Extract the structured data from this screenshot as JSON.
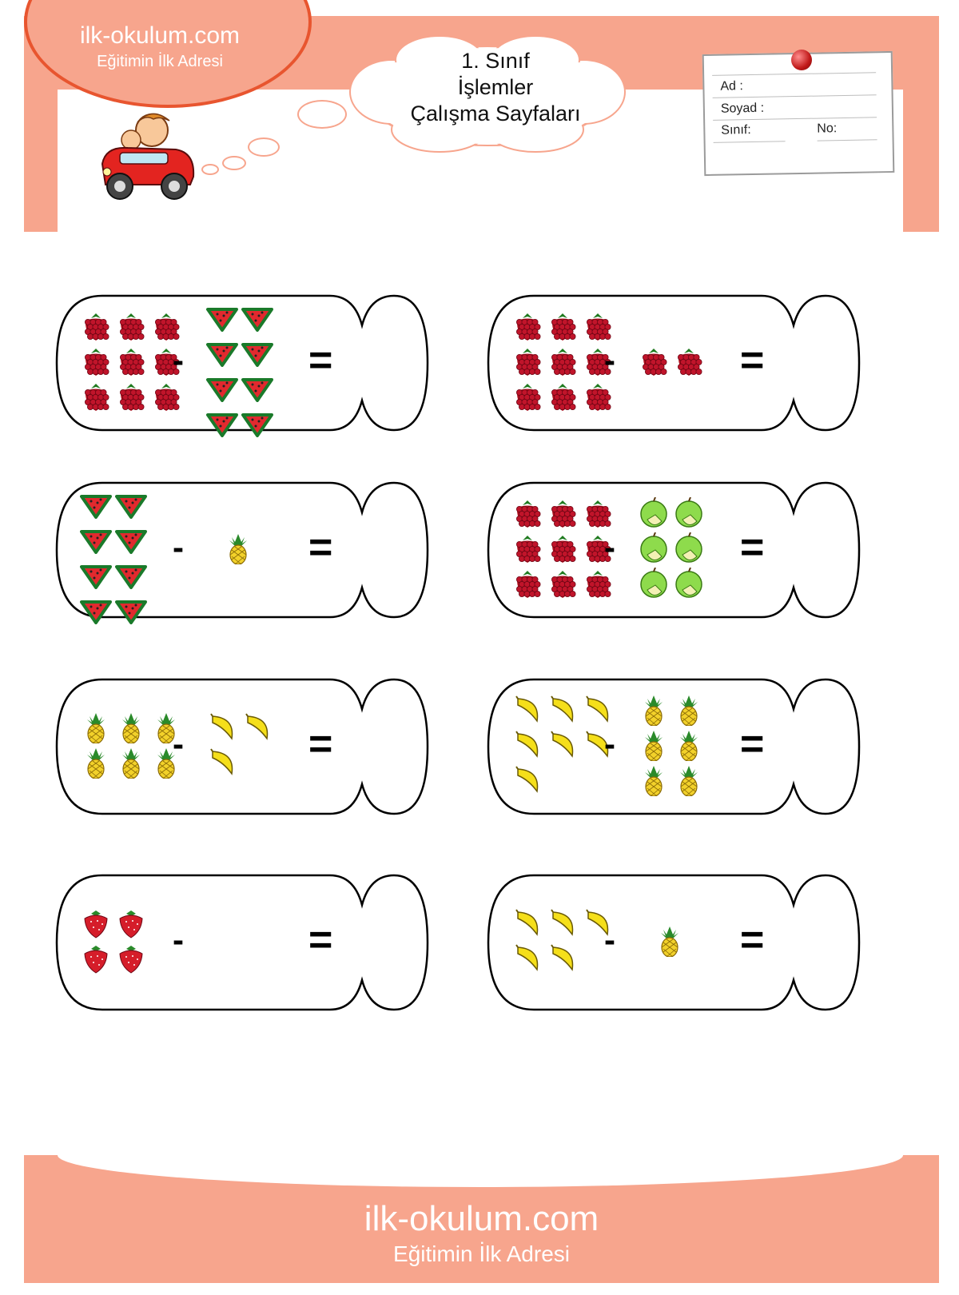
{
  "header": {
    "site_name": "ilk-okulum.com",
    "site_tagline": "Eğitimin İlk Adresi",
    "title_lines": [
      "1. Sınıf",
      "İşlemler",
      "Çalışma Sayfaları"
    ],
    "name_label": "Ad :",
    "surname_label": "Soyad :",
    "class_label": "Sınıf:",
    "number_label": "No:"
  },
  "problems": [
    {
      "left": {
        "fruit": "raspberry",
        "count": 9
      },
      "operator": "-",
      "right": {
        "fruit": "watermelon",
        "count": 8
      },
      "equals": "="
    },
    {
      "left": {
        "fruit": "raspberry",
        "count": 9
      },
      "operator": "-",
      "right": {
        "fruit": "raspberry",
        "count": 2
      },
      "equals": "="
    },
    {
      "left": {
        "fruit": "watermelon",
        "count": 8
      },
      "operator": "-",
      "right": {
        "fruit": "pineapple",
        "count": 1
      },
      "equals": "="
    },
    {
      "left": {
        "fruit": "raspberry",
        "count": 9
      },
      "operator": "-",
      "right": {
        "fruit": "apple",
        "count": 6
      },
      "equals": "="
    },
    {
      "left": {
        "fruit": "pineapple",
        "count": 6
      },
      "operator": "-",
      "right": {
        "fruit": "banana",
        "count": 3
      },
      "equals": "="
    },
    {
      "left": {
        "fruit": "banana",
        "count": 7
      },
      "operator": "-",
      "right": {
        "fruit": "pineapple",
        "count": 6
      },
      "equals": "="
    },
    {
      "left": {
        "fruit": "strawberry",
        "count": 4
      },
      "operator": "-",
      "right": {
        "fruit": "none",
        "count": 0
      },
      "equals": "="
    },
    {
      "left": {
        "fruit": "banana",
        "count": 5
      },
      "operator": "-",
      "right": {
        "fruit": "pineapple",
        "count": 1
      },
      "equals": "="
    }
  ],
  "footer": {
    "site_name": "ilk-okulum.com",
    "site_tagline": "Eğitimin İlk Adresi"
  },
  "colors": {
    "band": "#f7a58d",
    "band_border": "#e8552f"
  }
}
